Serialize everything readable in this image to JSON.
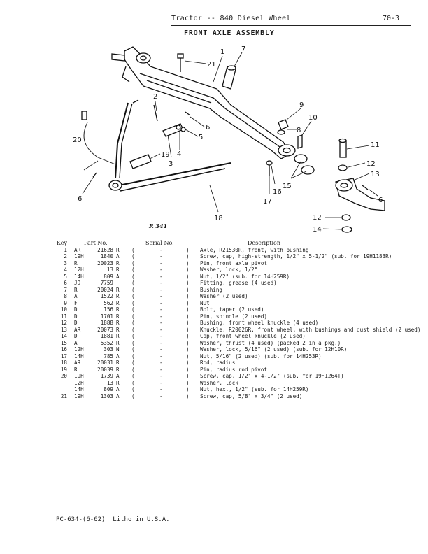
{
  "header": {
    "title": "Tractor -- 840 Diesel Wheel",
    "page_number": "70-3"
  },
  "section_title": "FRONT AXLE ASSEMBLY",
  "diagram": {
    "reference": "R 341",
    "callouts": [
      "1",
      "7",
      "21",
      "2",
      "9",
      "10",
      "8",
      "6",
      "5",
      "4",
      "3",
      "19",
      "20",
      "11",
      "12",
      "13",
      "15",
      "16",
      "17",
      "6",
      "18",
      "12",
      "14",
      "6"
    ]
  },
  "table": {
    "headers": {
      "key": "Key",
      "part_no": "Part No.",
      "serial_no": "Serial No.",
      "description": "Description"
    },
    "rows": [
      {
        "key": "1",
        "pre": "AR",
        "num": "21628",
        "suf": "R",
        "ser": "-",
        "desc": "Axle, R21530R, front, with bushing"
      },
      {
        "key": "2",
        "pre": "19H",
        "num": "1840",
        "suf": "A",
        "ser": "-",
        "desc": "Screw, cap, high-strength, 1/2\" x 5-1/2\" (sub. for 19H1183R)"
      },
      {
        "key": "3",
        "pre": "R",
        "num": "20023",
        "suf": "R",
        "ser": "-",
        "desc": "Pin, front axle pivot"
      },
      {
        "key": "4",
        "pre": "12H",
        "num": "13",
        "suf": "R",
        "ser": "-",
        "desc": "Washer, lock, 1/2\""
      },
      {
        "key": "5",
        "pre": "14H",
        "num": "809",
        "suf": "A",
        "ser": "-",
        "desc": "Nut, 1/2\" (sub. for 14H259R)"
      },
      {
        "key": "6",
        "pre": "JD",
        "num": "7759",
        "suf": "",
        "ser": "-",
        "desc": "Fitting, grease (4 used)"
      },
      {
        "key": "7",
        "pre": "R",
        "num": "20024",
        "suf": "R",
        "ser": "-",
        "desc": "Bushing"
      },
      {
        "key": "8",
        "pre": "A",
        "num": "1522",
        "suf": "R",
        "ser": "-",
        "desc": "Washer (2 used)"
      },
      {
        "key": "9",
        "pre": "F",
        "num": "562",
        "suf": "R",
        "ser": "-",
        "desc": "Nut"
      },
      {
        "key": "10",
        "pre": "D",
        "num": "156",
        "suf": "R",
        "ser": "-",
        "desc": "Bolt, taper (2 used)"
      },
      {
        "key": "11",
        "pre": "D",
        "num": "1701",
        "suf": "R",
        "ser": "-",
        "desc": "Pin, spindle (2 used)"
      },
      {
        "key": "12",
        "pre": "D",
        "num": "1888",
        "suf": "R",
        "ser": "-",
        "desc": "Bushing, front wheel knuckle (4 used)"
      },
      {
        "key": "13",
        "pre": "AR",
        "num": "20073",
        "suf": "R",
        "ser": "-",
        "desc": "Knuckle, R20026R, front wheel, with bushings and dust shield (2 used)"
      },
      {
        "key": "14",
        "pre": "D",
        "num": "1881",
        "suf": "R",
        "ser": "-",
        "desc": "Cap, front wheel knuckle (2 used)"
      },
      {
        "key": "15",
        "pre": "A",
        "num": "5352",
        "suf": "R",
        "ser": "-",
        "desc": "Washer, thrust (4 used) (packed 2 in a pkg.)"
      },
      {
        "key": "16",
        "pre": "12H",
        "num": "303",
        "suf": "N",
        "ser": "-",
        "desc": "Washer, lock, 5/16\" (2 used) (sub. for 12H10R)"
      },
      {
        "key": "17",
        "pre": "14H",
        "num": "785",
        "suf": "A",
        "ser": "-",
        "desc": "Nut, 5/16\" (2 used) (sub. for 14H253R)"
      },
      {
        "key": "18",
        "pre": "AR",
        "num": "20031",
        "suf": "R",
        "ser": "-",
        "desc": "Rod, radius"
      },
      {
        "key": "19",
        "pre": "R",
        "num": "20039",
        "suf": "R",
        "ser": "-",
        "desc": "Pin, radius rod pivot"
      },
      {
        "key": "20",
        "pre": "19H",
        "num": "1739",
        "suf": "A",
        "ser": "-",
        "desc": "Screw, cap, 1/2\" x 4-1/2\" (sub. for 19H1264T)"
      },
      {
        "key": "",
        "pre": "12H",
        "num": "13",
        "suf": "R",
        "ser": "-",
        "desc": "Washer, lock"
      },
      {
        "key": "",
        "pre": "14H",
        "num": "809",
        "suf": "A",
        "ser": "-",
        "desc": "Nut, hex., 1/2\" (sub. for 14H259R)"
      },
      {
        "key": "21",
        "pre": "19H",
        "num": "1303",
        "suf": "A",
        "ser": "-",
        "desc": "Screw, cap, 5/8\" x 3/4\" (2 used)"
      }
    ]
  },
  "footer": "PC-634-(6-62)  Litho in U.S.A."
}
